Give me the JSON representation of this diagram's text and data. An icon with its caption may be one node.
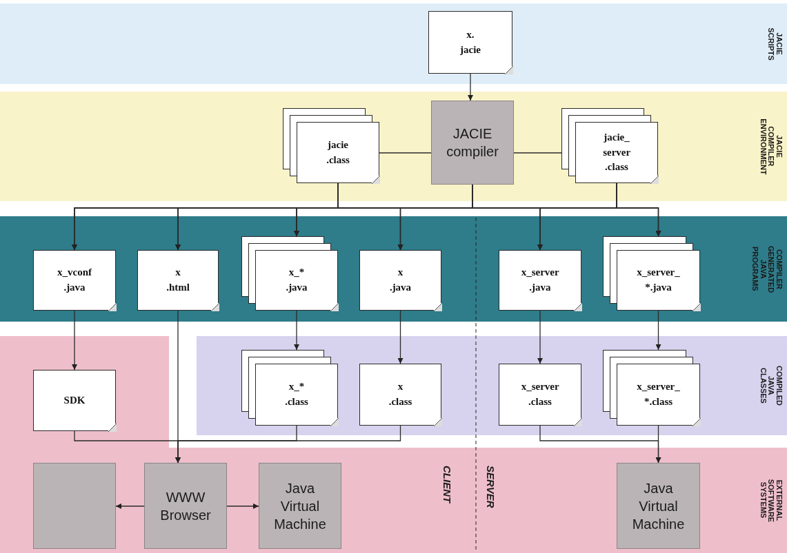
{
  "diagram": {
    "nodes": [
      {
        "text": [
          "JACIE SCRIPTS"
        ]
      },
      {
        "text": [
          "x. jacie"
        ],
        "in": 0
      },
      {
        "text": [
          "JACIE COMPILER ENVIRONMENT"
        ]
      },
      {
        "text": [
          "jacie .class"
        ],
        "in": 2
      },
      {
        "text": [
          "JACIE compiler"
        ],
        "in": 2
      },
      {
        "text": [
          "jacie_ server .class"
        ],
        "in": 2
      },
      {
        "text": [
          "COMPILER GENERATED JAVA PROGRAMS"
        ]
      },
      {
        "text": [
          "x_vconf .java"
        ],
        "in": 6
      },
      {
        "text": [
          "x .html"
        ],
        "in": 6
      },
      {
        "text": [
          "x_* .java"
        ],
        "in": 6
      },
      {
        "text": [
          "x .java"
        ],
        "in": 6
      },
      {
        "text": [
          "x_server .java"
        ],
        "in": 6
      },
      {
        "text": [
          "x_server_ *.java"
        ],
        "in": 6
      },
      {
        "text": [
          "COMPILED JAVA CLASSES"
        ]
      },
      {
        "text": [
          "SDK"
        ]
      },
      {
        "text": [
          "x_* .class"
        ],
        "in": 13
      },
      {
        "text": [
          "x .class"
        ],
        "in": 13
      },
      {
        "text": [
          "x_server .class"
        ],
        "in": 13
      },
      {
        "text": [
          "x_server_ *.class"
        ],
        "in": 13
      },
      {
        "text": [
          "EXTERNAL SOFTWARE SYSTEMS"
        ]
      },
      {
        "text": [],
        "shape": "box",
        "in": 19
      },
      {
        "text": [
          "WWW Browser"
        ],
        "in": 19
      },
      {
        "text": [
          "Java Virtual Machine"
        ],
        "in": 19
      },
      {
        "text": [
          "Java Virtual Machine"
        ],
        "in": 19
      }
    ],
    "edges": [
      {
        "from": 1,
        "to": 4,
        "arrow": "to"
      },
      {
        "from": 3,
        "to": 4,
        "arrow": "none"
      },
      {
        "from": 4,
        "to": 5,
        "arrow": "none"
      },
      {
        "from": 3,
        "to": 7,
        "arrow": "to"
      },
      {
        "from": 3,
        "to": 8,
        "arrow": "to"
      },
      {
        "from": 3,
        "to": 9,
        "arrow": "to"
      },
      {
        "from": 3,
        "to": 10,
        "arrow": "to"
      },
      {
        "from": 3,
        "to": 11,
        "arrow": "to"
      },
      {
        "from": 3,
        "to": 12,
        "arrow": "to"
      },
      {
        "from": 4,
        "to": 7,
        "arrow": "to"
      },
      {
        "from": 4,
        "to": 8,
        "arrow": "to"
      },
      {
        "from": 4,
        "to": 9,
        "arrow": "to"
      },
      {
        "from": 4,
        "to": 10,
        "arrow": "to"
      },
      {
        "from": 4,
        "to": 11,
        "arrow": "to"
      },
      {
        "from": 4,
        "to": 12,
        "arrow": "to"
      },
      {
        "from": 5,
        "to": 7,
        "arrow": "to"
      },
      {
        "from": 5,
        "to": 8,
        "arrow": "to"
      },
      {
        "from": 5,
        "to": 9,
        "arrow": "to"
      },
      {
        "from": 5,
        "to": 10,
        "arrow": "to"
      },
      {
        "from": 5,
        "to": 11,
        "arrow": "to"
      },
      {
        "from": 5,
        "to": 12,
        "arrow": "to"
      },
      {
        "from": 7,
        "to": 14,
        "arrow": "to"
      },
      {
        "from": 9,
        "to": 15,
        "arrow": "to"
      },
      {
        "from": 10,
        "to": 16,
        "arrow": "to"
      },
      {
        "from": 11,
        "to": 17,
        "arrow": "to"
      },
      {
        "from": 12,
        "to": 18,
        "arrow": "to"
      },
      {
        "from": 8,
        "to": 21,
        "arrow": "to"
      },
      {
        "from": 14,
        "to": 21,
        "arrow": "to"
      },
      {
        "from": 15,
        "to": 21,
        "arrow": "to"
      },
      {
        "from": 16,
        "to": 21,
        "arrow": "to"
      },
      {
        "from": 17,
        "to": 23,
        "arrow": "to"
      },
      {
        "from": 18,
        "to": 23,
        "arrow": "to"
      },
      {
        "from": 21,
        "to": 20,
        "arrow": "to"
      },
      {
        "from": 21,
        "to": 22,
        "arrow": "to"
      }
    ],
    "labels": [
      "CLIENT",
      "SERVER"
    ]
  }
}
